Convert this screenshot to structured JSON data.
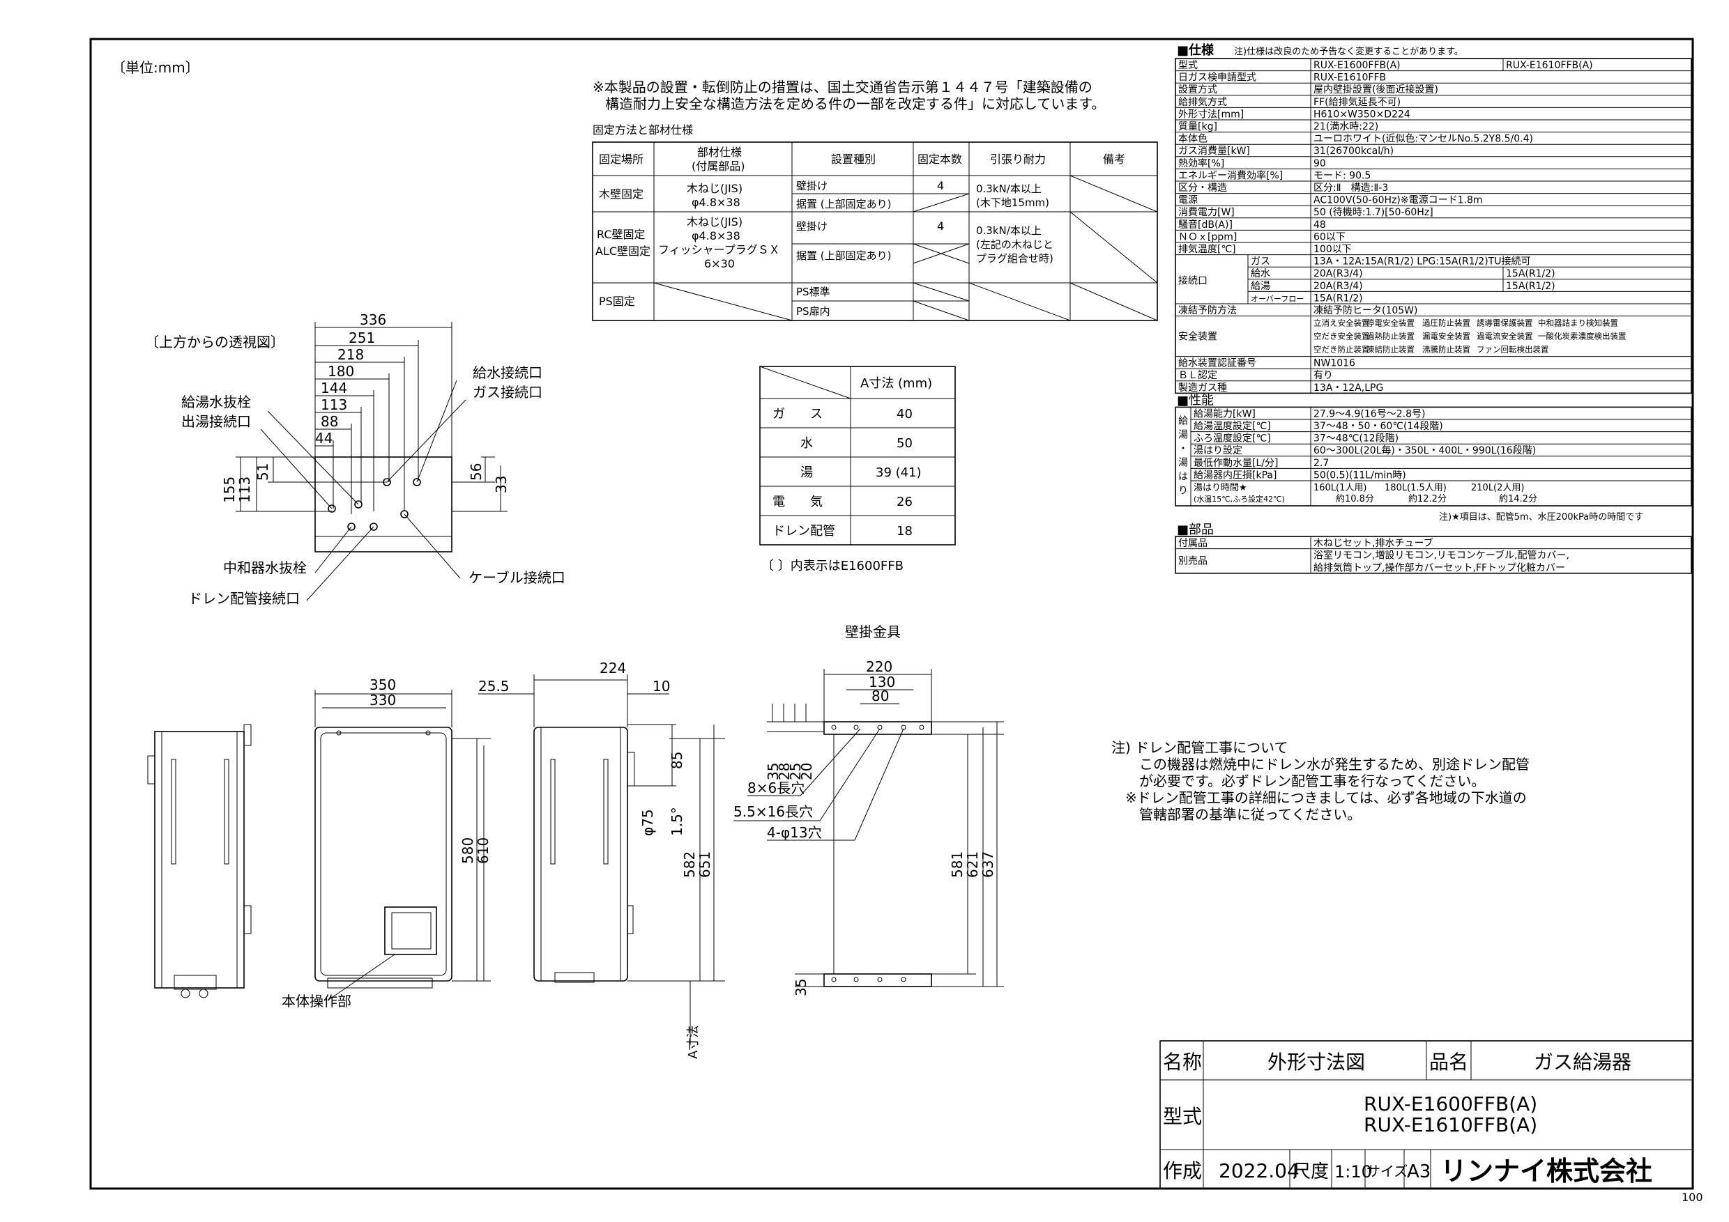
{
  "unit_note": "〔単位:mm〕",
  "page_no": "100",
  "notice_lines": [
    "※本製品の設置・転倒防止の措置は、国土交通省告示第１４４７号「建築設備の",
    "構造耐力上安全な構造方法を定める件の一部を改定する件」に対応しています。"
  ],
  "fixing": {
    "caption": "固定方法と部材仕様",
    "headers": [
      "固定場所",
      "部材仕様",
      "(付属部品)",
      "設置種別",
      "固定本数",
      "引張り耐力",
      "備考"
    ],
    "wood": {
      "place": "木壁固定",
      "mat1": "木ねじ(JIS)",
      "mat2": "φ4.8×38",
      "type1": "壁掛け",
      "type2": "据置 (上部固定あり)",
      "count": "4",
      "str1": "0.3kN/本以上",
      "str2": "(木下地15mm)"
    },
    "rc": {
      "place1": "RC壁固定",
      "place2": "ALC壁固定",
      "mat1": "木ねじ(JIS)",
      "mat2": "φ4.8×38",
      "mat3": "フィッシャープラグＳＸ",
      "mat4": "6×30",
      "type1": "壁掛け",
      "type2": "据置 (上部固定あり)",
      "count": "4",
      "str1": "0.3kN/本以上",
      "str2": "(左記の木ねじと",
      "str3": "プラグ組合せ時)"
    },
    "ps": {
      "place": "PS固定",
      "type1": "PS標準",
      "type2": "PS扉内"
    }
  },
  "a_dim": {
    "header": "A寸法 (mm)",
    "rows": [
      {
        "label": "ガ　　ス",
        "value": "40"
      },
      {
        "label": "水",
        "value": "50"
      },
      {
        "label": "湯",
        "value": "39 (41)"
      },
      {
        "label": "電　　気",
        "value": "26"
      },
      {
        "label": "ドレン配管",
        "value": "18"
      }
    ],
    "note": "〔 〕内表示はE1600FFB"
  },
  "top_view": {
    "title": "〔上方からの透視図〕",
    "dims_h": [
      "336",
      "251",
      "218",
      "180",
      "144",
      "113",
      "88",
      "44"
    ],
    "dims_v": [
      "155",
      "113",
      "51",
      "56",
      "33"
    ],
    "labels": {
      "hot_drain": "給湯水抜栓",
      "hot_out": "出湯接続口",
      "water_in": "給水接続口",
      "gas": "ガス接続口",
      "neutral_drain": "中和器水抜栓",
      "drain_pipe": "ドレン配管接続口",
      "cable": "ケーブル接続口"
    }
  },
  "views": {
    "front_w1": "350",
    "front_w2": "330",
    "front_h1": "580",
    "front_h2": "610",
    "side_top": "224",
    "side_l": "25.5",
    "side_r": "10",
    "side_85": "85",
    "side_15": "1.5°",
    "side_phi": "φ75",
    "side_582": "582",
    "side_651": "651",
    "a_label": "A寸法",
    "control_label": "本体操作部",
    "bracket_title": "壁掛金具",
    "br_220": "220",
    "br_130": "130",
    "br_80": "80",
    "br_v": [
      "35",
      "28",
      "25",
      "20"
    ],
    "br_slot1": "8×6長穴",
    "br_slot2": "5.5×16長穴",
    "br_holes": "4-φ13穴",
    "br_581": "581",
    "br_621": "621",
    "br_637": "637",
    "br_35": "35"
  },
  "drain_note": [
    "注) ドレン配管工事について",
    "この機器は燃焼中にドレン水が発生するため、別途ドレン配管",
    "が必要です。必ずドレン配管工事を行なってください。",
    "※ドレン配管工事の詳細につきましては、必ず各地域の下水道の",
    "管轄部署の基準に従ってください。"
  ],
  "spec": {
    "title": "■仕様",
    "note": "注)仕様は改良のため予告なく変更することがあります。",
    "rows": [
      {
        "k": "型式",
        "v": "RUX-E1600FFB(A)",
        "v2": "RUX-E1610FFB(A)"
      },
      {
        "k": "日ガス検申請型式",
        "v": "RUX-E1610FFB"
      },
      {
        "k": "設置方式",
        "v": "屋内壁掛設置(後面近接設置)"
      },
      {
        "k": "給排気方式",
        "v": "FF(給排気延長不可)"
      },
      {
        "k": "外形寸法[mm]",
        "v": "H610×W350×D224"
      },
      {
        "k": "質量[kg]",
        "v": "21(満水時:22)"
      },
      {
        "k": "本体色",
        "v": "ユーロホワイト(近似色:マンセルNo.5.2Y8.5/0.4)"
      },
      {
        "k": "ガス消費量[kW]",
        "v": "31(26700kcal/h)"
      },
      {
        "k": "熱効率[%]",
        "v": "90"
      },
      {
        "k": "エネルギー消費効率[%]",
        "v": "モード: 90.5"
      },
      {
        "k": "区分・構造",
        "v": "区分:Ⅱ　構造:Ⅱ-3"
      },
      {
        "k": "電源",
        "v": "AC100V(50-60Hz)※電源コード1.8m"
      },
      {
        "k": "消費電力[W]",
        "v": "50 (待機時:1.7)[50-60Hz]"
      },
      {
        "k": "騒音[dB(A)]",
        "v": "48"
      },
      {
        "k": "ＮＯｘ[ppm]",
        "v": "60以下"
      },
      {
        "k": "排気温度[℃]",
        "v": "100以下"
      }
    ],
    "conn": {
      "k": "接続口",
      "rows": [
        {
          "s": "ガス",
          "v": "13A・12A:15A(R1/2) LPG:15A(R1/2)TU接続可"
        },
        {
          "s": "給水",
          "v": "20A(R3/4)",
          "v2": "15A(R1/2)"
        },
        {
          "s": "給湯",
          "v": "20A(R3/4)",
          "v2": "15A(R1/2)"
        },
        {
          "s": "オーバーフロー",
          "v": "15A(R1/2)"
        }
      ]
    },
    "freeze": {
      "k": "凍結予防方法",
      "v": "凍結予防ヒータ(105W)"
    },
    "safety": {
      "k": "安全装置",
      "lines": [
        [
          "立消え安全装置",
          "停電安全装置",
          "過圧防止装置",
          "誘導雷保護装置",
          "中和器詰まり検知装置"
        ],
        [
          "空だき安全装置",
          "過熱防止装置",
          "漏電安全装置",
          "過電流安全装置",
          "一酸化炭素濃度検出装置"
        ],
        [
          "空だき防止装置",
          "凍結防止装置",
          "沸騰防止装置",
          "ファン回転検出装置",
          ""
        ]
      ]
    },
    "rows2": [
      {
        "k": "給水装置認証番号",
        "v": "NW1016"
      },
      {
        "k": "ＢＬ認定",
        "v": "有り"
      },
      {
        "k": "製造ガス種",
        "v": "13A・12A,LPG"
      }
    ]
  },
  "perf": {
    "title": "■性能",
    "side": [
      "給",
      "湯",
      "・",
      "湯",
      "は",
      "り"
    ],
    "rows": [
      {
        "k": "給湯能力[kW]",
        "v": "27.9～4.9(16号～2.8号)"
      },
      {
        "k": "給湯温度設定[℃]",
        "v": "37～48・50・60℃(14段階)"
      },
      {
        "k": "ふろ温度設定[℃]",
        "v": "37～48℃(12段階)"
      },
      {
        "k": "湯はり設定",
        "v": "60～300L(20L毎)・350L・400L・990L(16段階)"
      },
      {
        "k": "最低作動水量[L/分]",
        "v": "2.7"
      },
      {
        "k": "給湯器内圧損[kPa]",
        "v": "50(0.5)(11L/min時)"
      }
    ],
    "fill": {
      "k1": "湯はり時間★",
      "k2": "(水温15℃,ふろ設定42℃)",
      "a1": "160L(1人用)",
      "a2": "約10.8分",
      "b1": "180L(1.5人用)",
      "b2": "約12.2分",
      "c1": "210L(2人用)",
      "c2": "約14.2分"
    },
    "note": "注)★項目は、配管5m、水圧200kPa時の時間です"
  },
  "parts": {
    "title": "■部品",
    "rows": [
      {
        "k": "付属品",
        "v": "木ねじセット,排水チューブ"
      },
      {
        "k": "別売品",
        "v": "浴室リモコン,増設リモコン,リモコンケーブル,配管カバー,",
        "v2": "給排気筒トップ,操作部カバーセット,FFトップ化粧カバー"
      }
    ]
  },
  "title_block": {
    "name_k": "名称",
    "name_v": "外形寸法図",
    "prod_k": "品名",
    "prod_v": "ガス給湯器",
    "model_k": "型式",
    "model_v1": "RUX-E1600FFB(A)",
    "model_v2": "RUX-E1610FFB(A)",
    "made_k": "作成",
    "made_v": "2022.04",
    "scale_k": "尺度",
    "scale_v": "1:10",
    "size_k": "サイズ",
    "size_v": "A3",
    "company": "リンナイ株式会社"
  }
}
